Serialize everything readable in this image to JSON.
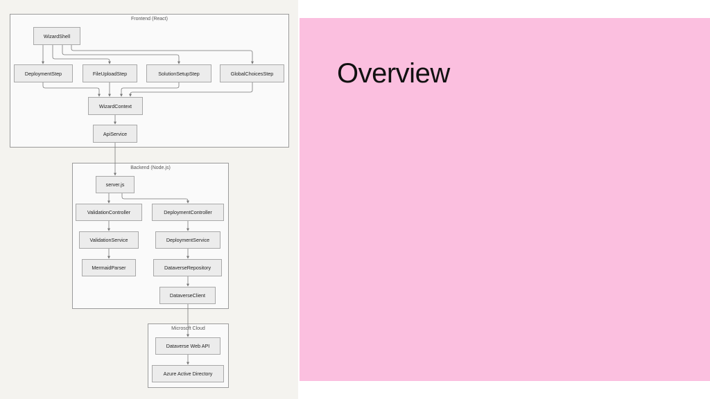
{
  "slide": {
    "title": "Overview"
  },
  "diagram": {
    "groups": {
      "frontend": "Frontend (React)",
      "backend": "Backend (Node.js)",
      "cloud": "Microsoft Cloud"
    },
    "nodes": {
      "wizard_shell": "WizardShell",
      "deployment_step": "DeploymentStep",
      "file_upload_step": "FileUploadStep",
      "solution_setup_step": "SolutionSetupStep",
      "global_choices_step": "GlobalChoicesStep",
      "wizard_context": "WizardContext",
      "api_service": "ApiService",
      "server_js": "server.js",
      "validation_controller": "ValidationController",
      "deployment_controller": "DeploymentController",
      "validation_service": "ValidationService",
      "deployment_service": "DeploymentService",
      "mermaid_parser": "MermaidParser",
      "dataverse_repository": "DataverseRepository",
      "dataverse_client": "DataverseClient",
      "dataverse_web_api": "Dataverse Web API",
      "azure_ad": "Azure Active Directory"
    },
    "edges": [
      [
        "wizard_shell",
        "deployment_step"
      ],
      [
        "wizard_shell",
        "file_upload_step"
      ],
      [
        "wizard_shell",
        "solution_setup_step"
      ],
      [
        "wizard_shell",
        "global_choices_step"
      ],
      [
        "deployment_step",
        "wizard_context"
      ],
      [
        "file_upload_step",
        "wizard_context"
      ],
      [
        "solution_setup_step",
        "wizard_context"
      ],
      [
        "global_choices_step",
        "wizard_context"
      ],
      [
        "wizard_context",
        "api_service"
      ],
      [
        "api_service",
        "server_js"
      ],
      [
        "server_js",
        "validation_controller"
      ],
      [
        "server_js",
        "deployment_controller"
      ],
      [
        "validation_controller",
        "validation_service"
      ],
      [
        "validation_service",
        "mermaid_parser"
      ],
      [
        "deployment_controller",
        "deployment_service"
      ],
      [
        "deployment_service",
        "dataverse_repository"
      ],
      [
        "dataverse_repository",
        "dataverse_client"
      ],
      [
        "dataverse_client",
        "dataverse_web_api"
      ],
      [
        "dataverse_web_api",
        "azure_ad"
      ]
    ]
  }
}
